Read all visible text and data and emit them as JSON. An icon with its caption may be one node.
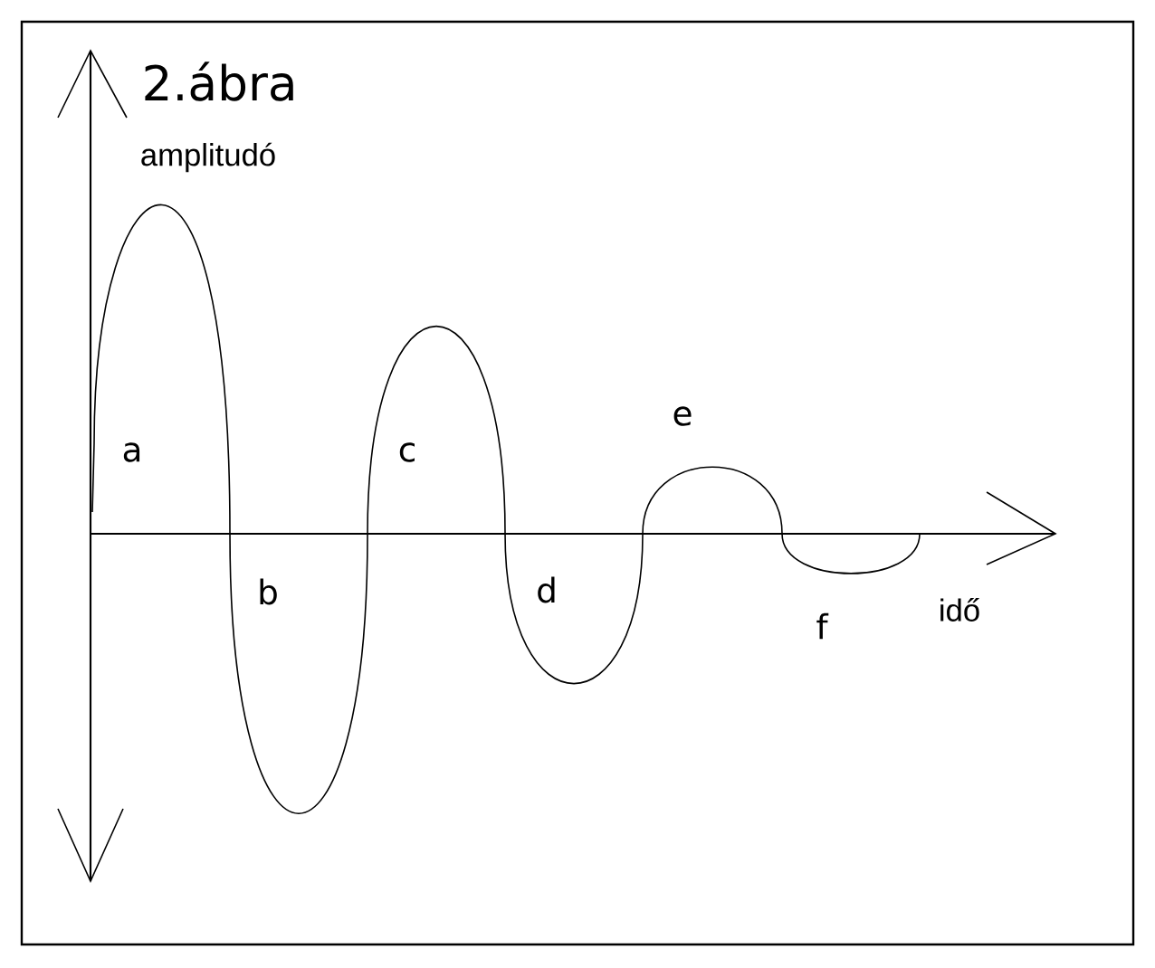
{
  "diagram": {
    "title": "2.ábra",
    "labels": [
      "amplitudó",
      "a",
      "c",
      "e",
      "b",
      "d",
      "f",
      "idő"
    ]
  }
}
